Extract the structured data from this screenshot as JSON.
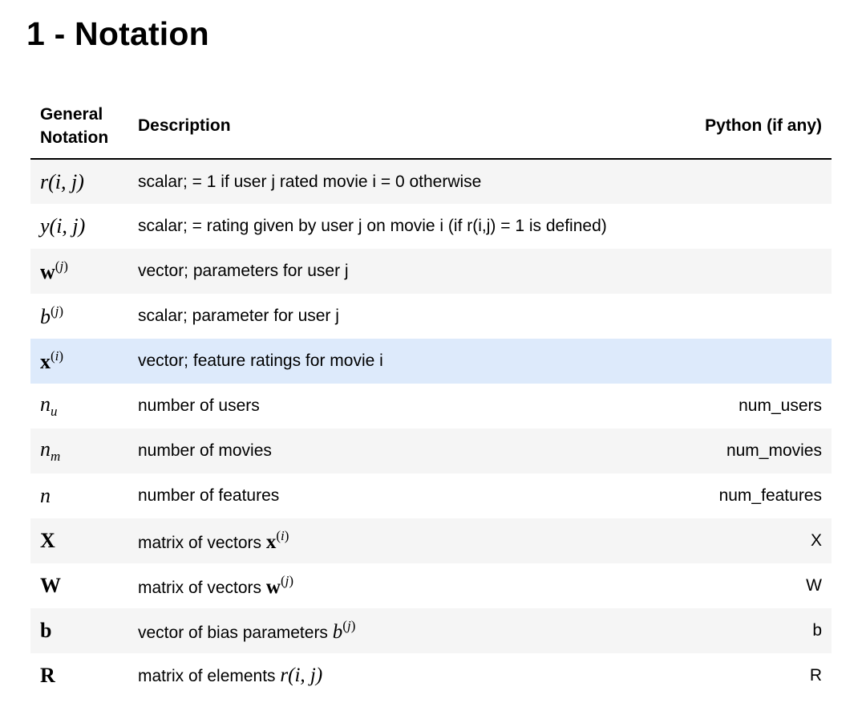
{
  "heading": "1 - Notation",
  "table": {
    "headers": {
      "notation": "General Notation",
      "description": "Description",
      "python": "Python (if any)"
    },
    "rows": [
      {
        "notation": "r(i, j)",
        "description": "scalar; = 1 if user j rated movie i = 0 otherwise",
        "python": ""
      },
      {
        "notation": "y(i, j)",
        "description": "scalar; = rating given by user j on movie i (if r(i,j) = 1 is defined)",
        "python": ""
      },
      {
        "notation": "w(j)",
        "description": "vector; parameters for user j",
        "python": ""
      },
      {
        "notation": "b(j)",
        "description": "scalar; parameter for user j",
        "python": ""
      },
      {
        "notation": "x(i)",
        "description": "vector; feature ratings for movie i",
        "python": ""
      },
      {
        "notation": "nu",
        "description": "number of users",
        "python": "num_users"
      },
      {
        "notation": "nm",
        "description": "number of movies",
        "python": "num_movies"
      },
      {
        "notation": "n",
        "description": "number of features",
        "python": "num_features"
      },
      {
        "notation": "X",
        "description": "matrix of vectors ",
        "description_math": "x(i)",
        "python": "X"
      },
      {
        "notation": "W",
        "description": "matrix of vectors ",
        "description_math": "w(j)",
        "python": "W"
      },
      {
        "notation": "b",
        "description": "vector of bias parameters ",
        "description_math": "b(j)",
        "python": "b"
      },
      {
        "notation": "R",
        "description": "matrix of elements ",
        "description_math": "r(i, j)",
        "python": "R"
      }
    ]
  }
}
